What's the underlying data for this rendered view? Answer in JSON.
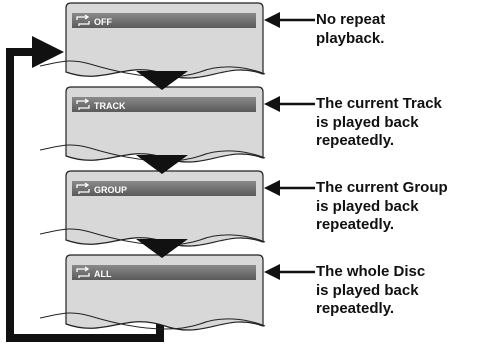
{
  "diagram": {
    "screens": [
      {
        "mode": "OFF",
        "caption": "No repeat\nplayback."
      },
      {
        "mode": "TRACK",
        "caption": "The current Track\nis played back\nrepeatedly."
      },
      {
        "mode": "GROUP",
        "caption": "The current Group\nis played back\nrepeatedly."
      },
      {
        "mode": "ALL",
        "caption": "The whole Disc\nis played back\nrepeatedly."
      }
    ],
    "repeat_icon": "repeat-icon",
    "colors": {
      "bar": "#6b6b6b",
      "screen": "#d6d6d6",
      "arrow": "#111111",
      "bar_text": "#ffffff"
    }
  }
}
